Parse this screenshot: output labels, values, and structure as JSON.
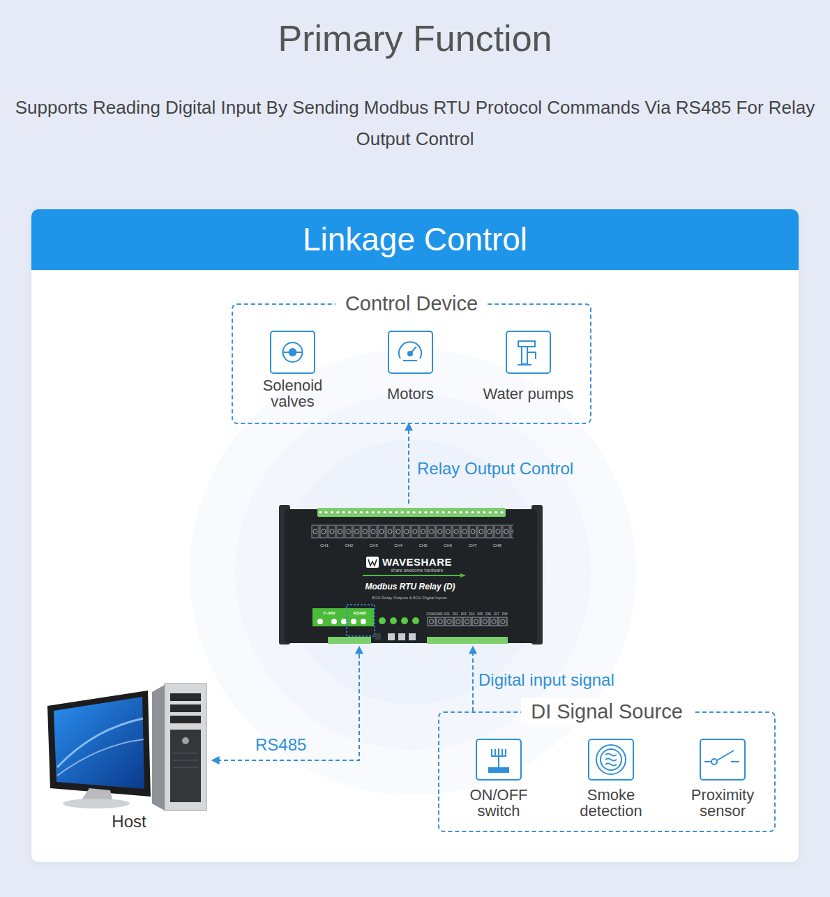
{
  "diagram": {
    "title": "Primary Function",
    "nodes": [
      {
        "text": [
          "Linkage Control"
        ]
      },
      {
        "text": [
          "Control Device"
        ],
        "in": 0
      },
      {
        "text": [
          "Solenoid valves"
        ],
        "in": 1
      },
      {
        "text": [
          "Motors"
        ],
        "in": 1
      },
      {
        "text": [
          "Water pumps"
        ],
        "in": 1
      },
      {
        "text": [
          "WAVESHARE",
          "share awesome hardware",
          "Modbus RTU Relay (D)",
          "8CH Relay Outputs & 8CH Digital Inputs"
        ],
        "in": 0
      },
      {
        "text": [
          "Host"
        ],
        "in": 0
      },
      {
        "text": [
          "DI Signal Source"
        ],
        "in": 0
      },
      {
        "text": [
          "ON/OFF switch"
        ],
        "in": 7
      },
      {
        "text": [
          "Smoke detection"
        ],
        "in": 7
      },
      {
        "text": [
          "Proximity sensor"
        ],
        "in": 7
      }
    ],
    "edges": [
      {
        "from": 5,
        "to": 1,
        "arrow": "to",
        "label": "Relay Output Control"
      },
      {
        "from": 7,
        "to": 5,
        "arrow": "to",
        "label": "Digital input signal"
      },
      {
        "from": 5,
        "to": 6,
        "arrow": "both",
        "label": "RS485"
      }
    ],
    "labels": [
      "Supports Reading Digital Input By Sending Modbus RTU Protocol Commands Via RS485 For Relay Output Control",
      "CH1",
      "CH2",
      "CH3",
      "CH4",
      "CH5",
      "CH6",
      "CH7",
      "CH8",
      "7~36V",
      "RS485",
      "COM",
      "GND",
      "DI1",
      "DI2",
      "DI3",
      "DI4",
      "DI5",
      "DI6",
      "DI7",
      "DI8"
    ]
  }
}
